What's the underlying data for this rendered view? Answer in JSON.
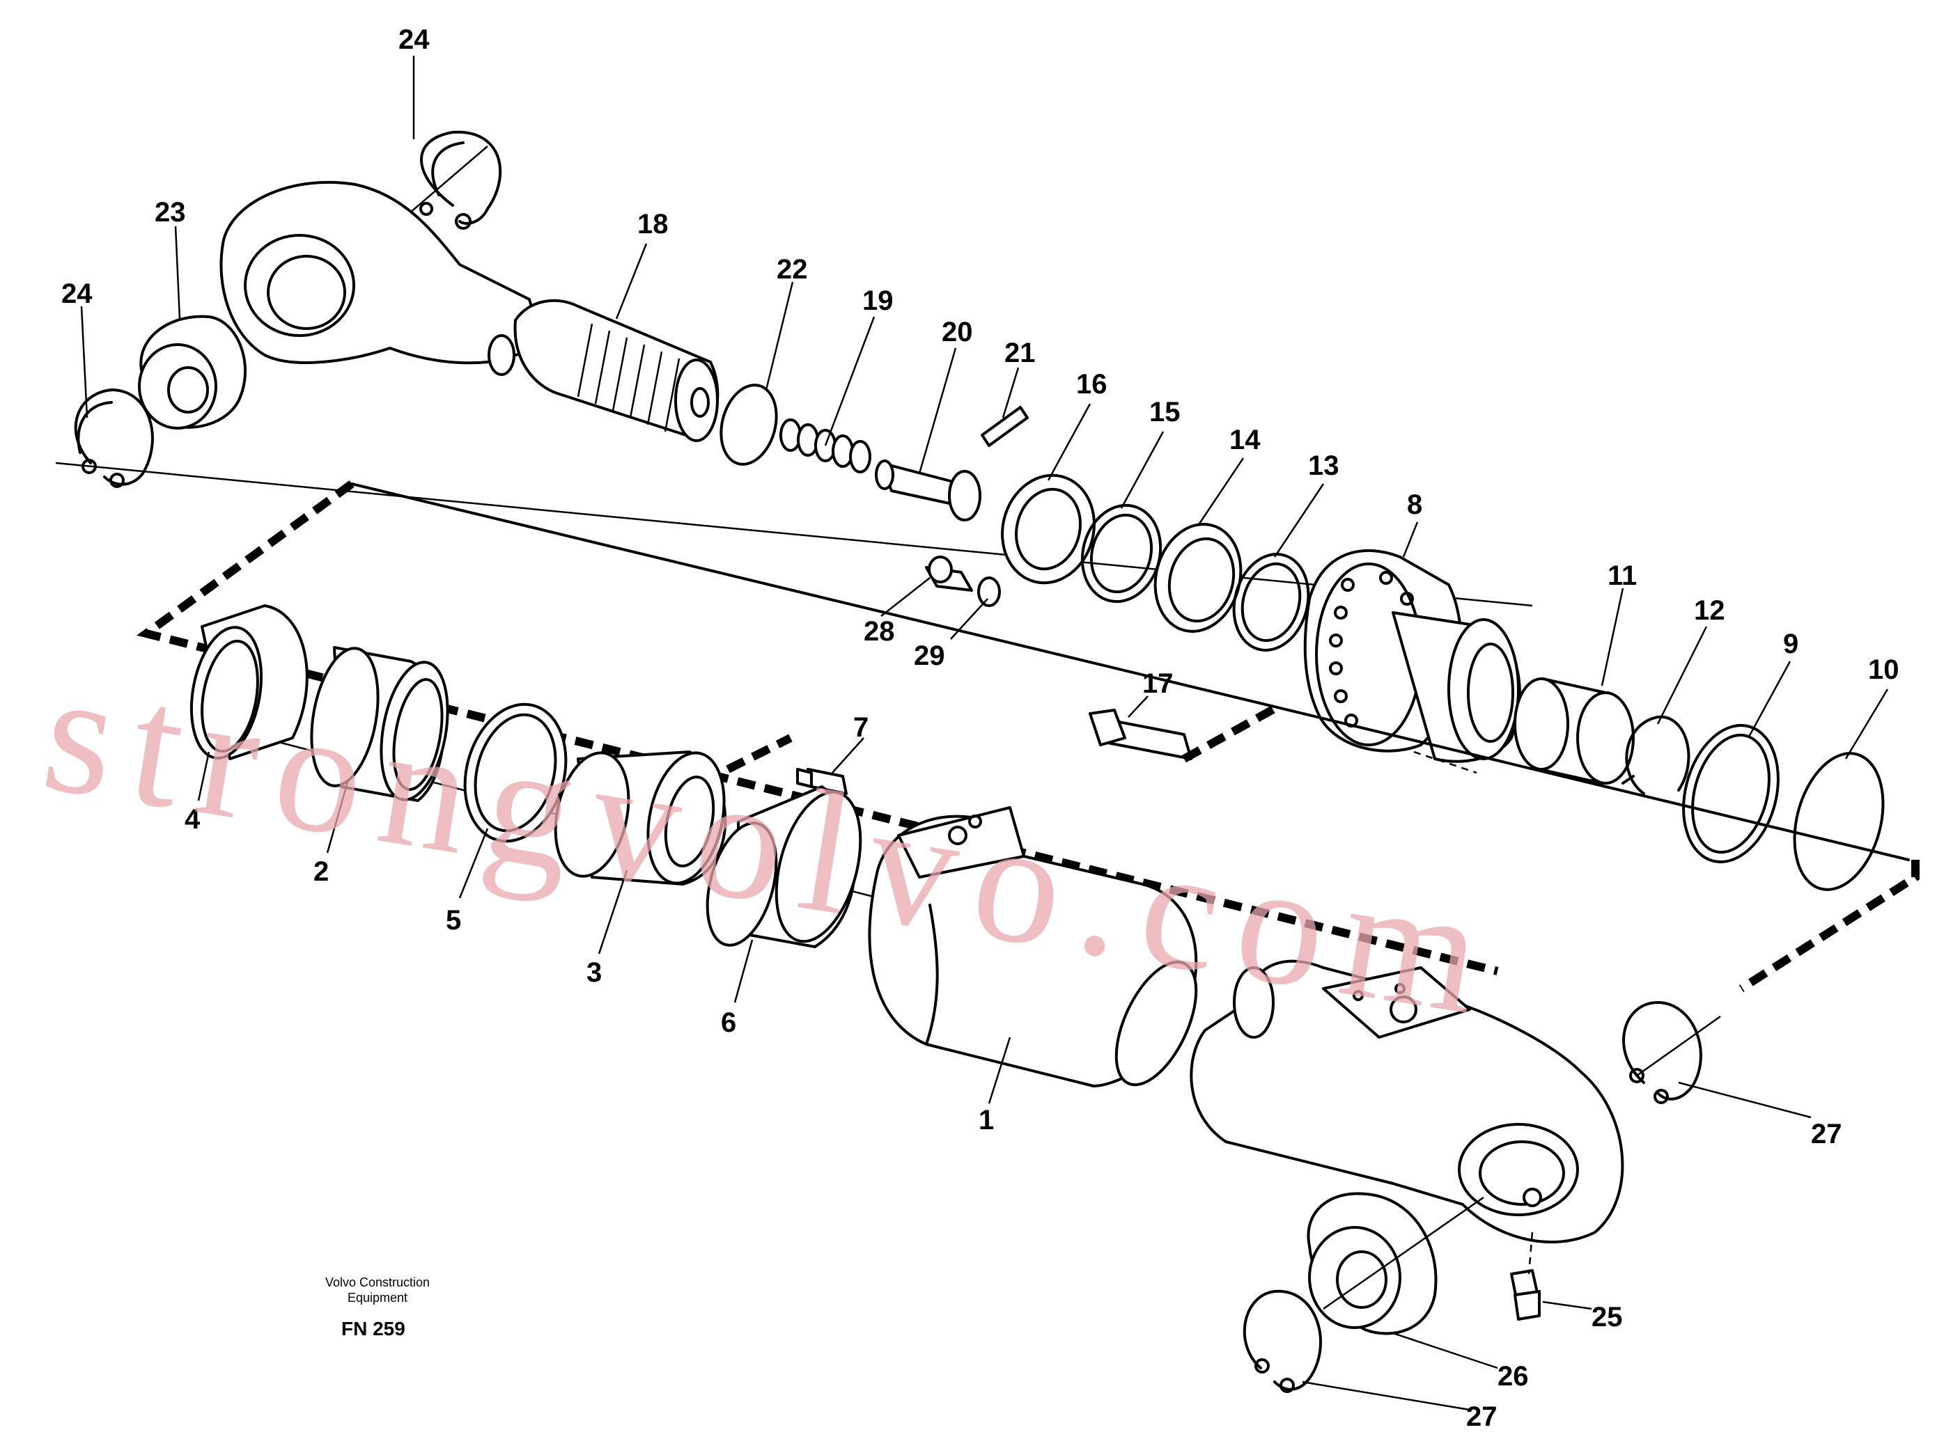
{
  "drawing": {
    "publisher_line1": "Volvo Construction",
    "publisher_line2": "Equipment",
    "figure_code": "FN 259",
    "watermark_text": "strongvolvo.com"
  },
  "labels": [
    {
      "id": "24a",
      "text": "24"
    },
    {
      "id": "23",
      "text": "23"
    },
    {
      "id": "24b",
      "text": "24"
    },
    {
      "id": "18",
      "text": "18"
    },
    {
      "id": "22",
      "text": "22"
    },
    {
      "id": "19",
      "text": "19"
    },
    {
      "id": "20",
      "text": "20"
    },
    {
      "id": "21",
      "text": "21"
    },
    {
      "id": "16",
      "text": "16"
    },
    {
      "id": "15",
      "text": "15"
    },
    {
      "id": "14",
      "text": "14"
    },
    {
      "id": "13",
      "text": "13"
    },
    {
      "id": "8",
      "text": "8"
    },
    {
      "id": "11",
      "text": "11"
    },
    {
      "id": "12",
      "text": "12"
    },
    {
      "id": "9",
      "text": "9"
    },
    {
      "id": "10",
      "text": "10"
    },
    {
      "id": "28",
      "text": "28"
    },
    {
      "id": "29",
      "text": "29"
    },
    {
      "id": "17",
      "text": "17"
    },
    {
      "id": "7",
      "text": "7"
    },
    {
      "id": "4",
      "text": "4"
    },
    {
      "id": "2",
      "text": "2"
    },
    {
      "id": "5",
      "text": "5"
    },
    {
      "id": "3",
      "text": "3"
    },
    {
      "id": "6",
      "text": "6"
    },
    {
      "id": "1",
      "text": "1"
    },
    {
      "id": "27a",
      "text": "27"
    },
    {
      "id": "25",
      "text": "25"
    },
    {
      "id": "26",
      "text": "26"
    },
    {
      "id": "27b",
      "text": "27"
    }
  ]
}
